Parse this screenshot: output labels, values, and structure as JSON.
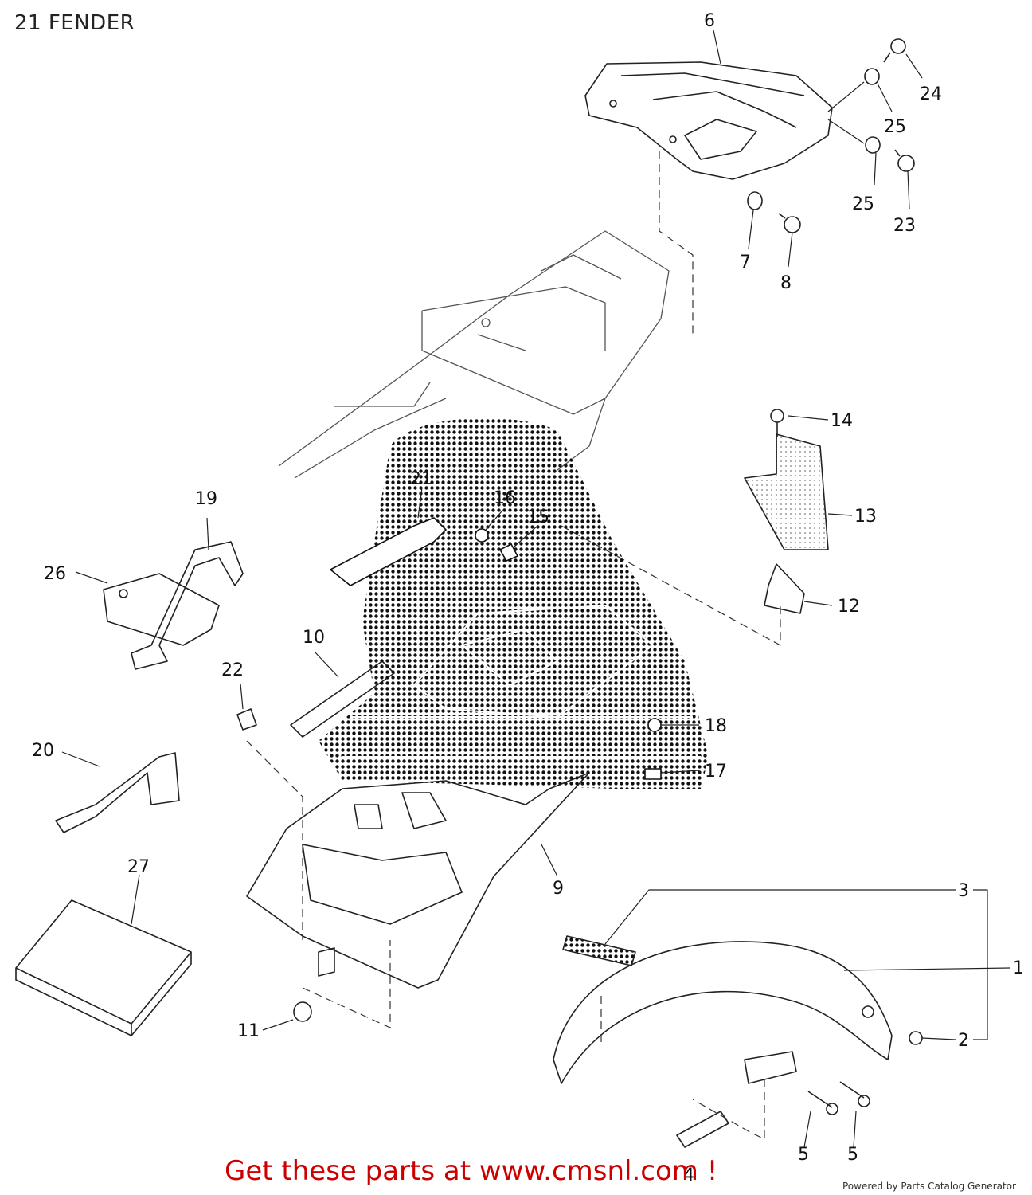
{
  "page": {
    "title": "21 FENDER",
    "cta_text": "Get these parts at www.cmsnl.com !",
    "powered_by": "Powered by Parts Catalog Generator"
  },
  "callouts": [
    {
      "label": "6"
    },
    {
      "label": "24"
    },
    {
      "label": "25"
    },
    {
      "label": "25"
    },
    {
      "label": "23"
    },
    {
      "label": "7"
    },
    {
      "label": "8"
    },
    {
      "label": "14"
    },
    {
      "label": "13"
    },
    {
      "label": "12"
    },
    {
      "label": "19"
    },
    {
      "label": "26"
    },
    {
      "label": "21"
    },
    {
      "label": "16"
    },
    {
      "label": "15"
    },
    {
      "label": "10"
    },
    {
      "label": "22"
    },
    {
      "label": "18"
    },
    {
      "label": "17"
    },
    {
      "label": "20"
    },
    {
      "label": "27"
    },
    {
      "label": "9"
    },
    {
      "label": "3"
    },
    {
      "label": "1"
    },
    {
      "label": "2"
    },
    {
      "label": "11"
    },
    {
      "label": "5"
    },
    {
      "label": "5"
    },
    {
      "label": "4"
    }
  ],
  "colors": {
    "cta": "#cc0000",
    "line": "#222222"
  }
}
